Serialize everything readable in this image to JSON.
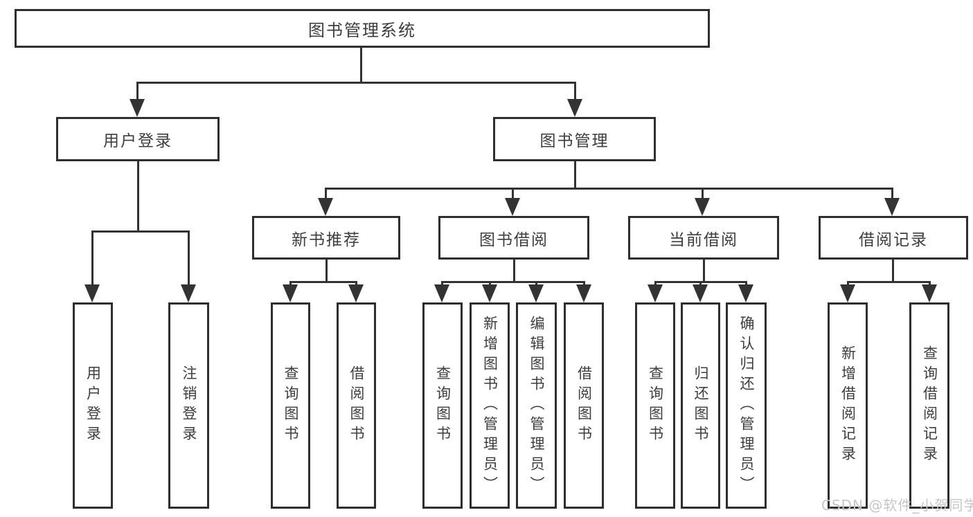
{
  "diagram": {
    "root": "图书管理系统",
    "level2": [
      "用户登录",
      "图书管理"
    ],
    "level3": [
      "新书推荐",
      "图书借阅",
      "当前借阅",
      "借阅记录"
    ],
    "leaves": [
      "用户登录",
      "注销登录",
      "查询图书",
      "借阅图书",
      "查询图书",
      "新增图书（管理员）",
      "编辑图书（管理员）",
      "借阅图书",
      "查询图书",
      "归还图书",
      "确认归还（管理员）",
      "新增借阅记录",
      "查询借阅记录"
    ],
    "watermark": "CSDN @软件_小贺同学",
    "colors": {
      "line": "#333333",
      "box_border": "#2e2e2e",
      "text": "#3d3d3d",
      "watermark": "#c6c6c6",
      "background": "#ffffff"
    }
  }
}
